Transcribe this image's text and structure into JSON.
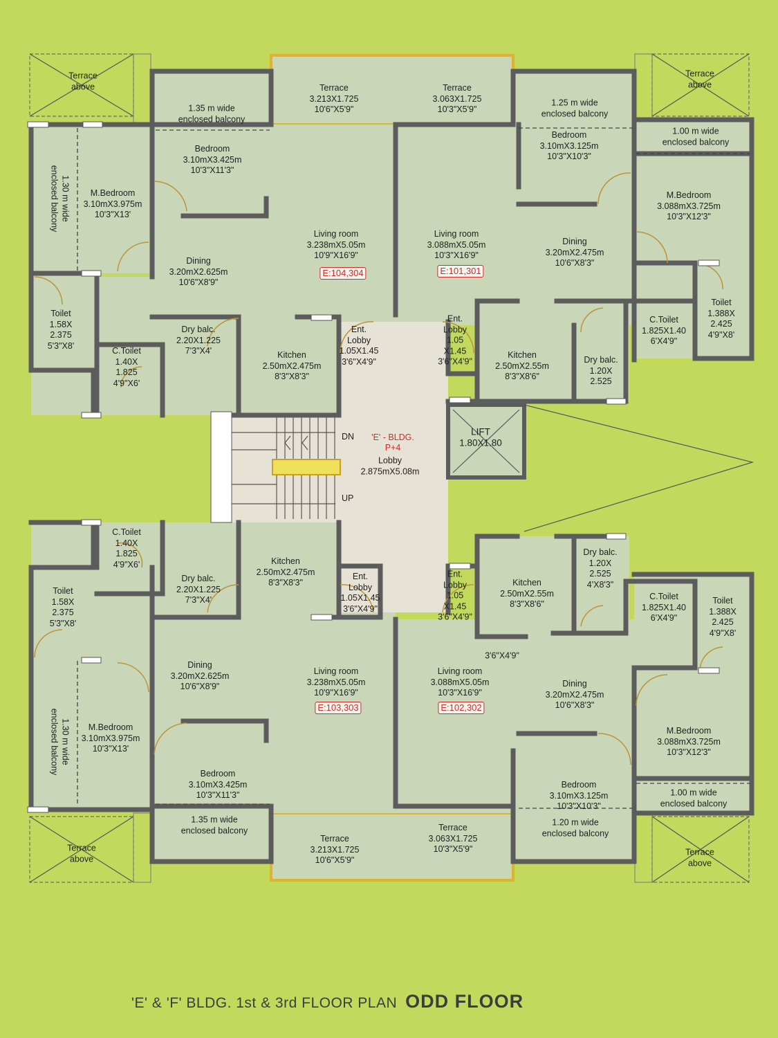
{
  "colors": {
    "background": "#c3d95d",
    "room": "#c9d6b8",
    "walls": "#5c5c5c",
    "unit_label": "#d42a2a",
    "door_arc": "#b9953a",
    "lobby": "#e6e2d6"
  },
  "caption": {
    "main": "'E' & 'F' BLDG. 1st & 3rd FLOOR PLAN",
    "emphasis": "ODD FLOOR"
  },
  "building": {
    "name": "'E' - BLDG.",
    "floors": "P+4"
  },
  "units": {
    "u1": "E:104,304",
    "u2": "E:101,301",
    "u3": "E:103,303",
    "u4": "E:102,302"
  },
  "rooms": {
    "terrace_above": "Terrace\nabove",
    "tl_enc_balcony": "1.35 m wide\nenclosed balcony",
    "tl_bedroom": "Bedroom\n3.10mX3.425m\n10'3\"X11'3\"",
    "tl_mbedroom": "M.Bedroom\n3.10mX3.975m\n10'3\"X13'",
    "tl_side_balcony": "1.30 m wide\nenclosed balcony",
    "tl_living": "Living room\n3.238mX5.05m\n10'9\"X16'9\"",
    "tl_dining": "Dining\n3.20mX2.625m\n10'6\"X8'9\"",
    "tl_toilet": "Toilet\n1.58X\n2.375\n5'3\"X8'",
    "tl_ctoilet": "C.Toilet\n1.40X\n1.825\n4'9\"X6'",
    "tl_drybalc": "Dry balc.\n2.20X1.225\n7'3\"X4'",
    "tl_kitchen": "Kitchen\n2.50mX2.475m\n8'3\"X8'3\"",
    "tl_entlobby": "Ent.\nLobby\n1.05X1.45\n3'6\"X4'9\"",
    "terrace_tl": "Terrace\n3.213X1.725\n10'6\"X5'9\"",
    "terrace_tr": "Terrace\n3.063X1.725\n10'3\"X5'9\"",
    "tr_enc_balcony": "1.25 m wide\nenclosed balcony",
    "tr_bedroom": "Bedroom\n3.10mX3.125m\n10'3\"X10'3\"",
    "tr_side_balcony": "1.00 m wide\nenclosed balcony",
    "tr_mbedroom": "M.Bedroom\n3.088mX3.725m\n10'3\"X12'3\"",
    "tr_living": "Living room\n3.088mX5.05m\n10'3\"X16'9\"",
    "tr_dining": "Dining\n3.20mX2.475m\n10'6\"X8'3\"",
    "tr_toilet": "Toilet\n1.388X\n2.425\n4'9\"X8'",
    "tr_ctoilet": "C.Toilet\n1.825X1.40\n6'X4'9\"",
    "tr_drybalc": "Dry balc.\n1.20X\n2.525",
    "tr_kitchen": "Kitchen\n2.50mX2.55m\n8'3\"X8'6\"",
    "tr_entlobby": "Ent.\nLobby\n1.05\nX1.45\n3'6\"X4'9\"",
    "lift": "LIFT\n1.80X1.80",
    "lobby": "Lobby\n2.875mX5.08m",
    "stair_dn": "DN",
    "stair_up": "UP",
    "bl_ctoilet": "C.Toilet\n1.40X\n1.825\n4'9\"X6'",
    "bl_toilet": "Toilet\n1.58X\n2.375\n5'3\"X8'",
    "bl_drybalc": "Dry balc.\n2.20X1.225\n7'3\"X4'",
    "bl_kitchen": "Kitchen\n2.50mX2.475m\n8'3\"X8'3\"",
    "bl_entlobby": "Ent.\nLobby\n1.05X1.45\n3'6\"X4'9\"",
    "bl_dining": "Dining\n3.20mX2.625m\n10'6\"X8'9\"",
    "bl_living": "Living room\n3.238mX5.05m\n10'9\"X16'9\"",
    "bl_mbedroom": "M.Bedroom\n3.10mX3.975m\n10'3\"X13'",
    "bl_side_balcony": "1.30 m wide\nenclosed balcony",
    "bl_bedroom": "Bedroom\n3.10mX3.425m\n10'3\"X11'3\"",
    "bl_enc_balcony": "1.35 m wide\nenclosed balcony",
    "terrace_bl": "Terrace\n3.213X1.725\n10'6\"X5'9\"",
    "br_entlobby": "Ent.\nLobby\n1.05\nX1.45\n3'6\"X4'9\"",
    "br_kitchen": "Kitchen\n2.50mX2.55m\n8'3\"X8'6\"",
    "br_drybalc": "Dry balc.\n1.20X\n2.525\n4'X8'3\"",
    "br_ctoilet": "C.Toilet\n1.825X1.40\n6'X4'9\"",
    "br_toilet": "Toilet\n1.388X\n2.425\n4'9\"X8'",
    "br_passage": "3'6\"X4'9\"",
    "br_living": "Living room\n3.088mX5.05m\n10'3\"X16'9\"",
    "br_dining": "Dining\n3.20mX2.475m\n10'6\"X8'3\"",
    "br_mbedroom": "M.Bedroom\n3.088mX3.725m\n10'3\"X12'3\"",
    "br_side_balcony": "1.00 m wide\nenclosed balcony",
    "br_bedroom": "Bedroom\n3.10mX3.125m\n10'3\"X10'3\"",
    "br_enc_balcony": "1.20 m wide\nenclosed balcony",
    "terrace_br": "Terrace\n3.063X1.725\n10'3\"X5'9\""
  }
}
